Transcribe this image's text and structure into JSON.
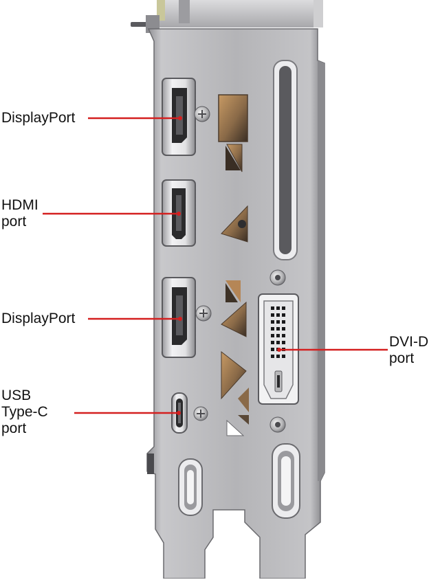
{
  "labels": {
    "displayport_top": {
      "lines": [
        "DisplayPort"
      ]
    },
    "hdmi": {
      "lines": [
        "HDMI",
        "port"
      ]
    },
    "displayport_bottom": {
      "lines": [
        "DisplayPort"
      ]
    },
    "usb_c": {
      "lines": [
        "USB",
        "Type-C",
        "port"
      ]
    },
    "dvi_d": {
      "lines": [
        "DVI-D",
        "port"
      ]
    }
  },
  "colors": {
    "leader_line": "#d41f1f",
    "bracket_metal": "#b9b9bb",
    "bracket_dark": "#6d6d70",
    "port_shell": "#e4e4e6",
    "vent_interior": "#8a6a48",
    "label_text": "#111111"
  }
}
